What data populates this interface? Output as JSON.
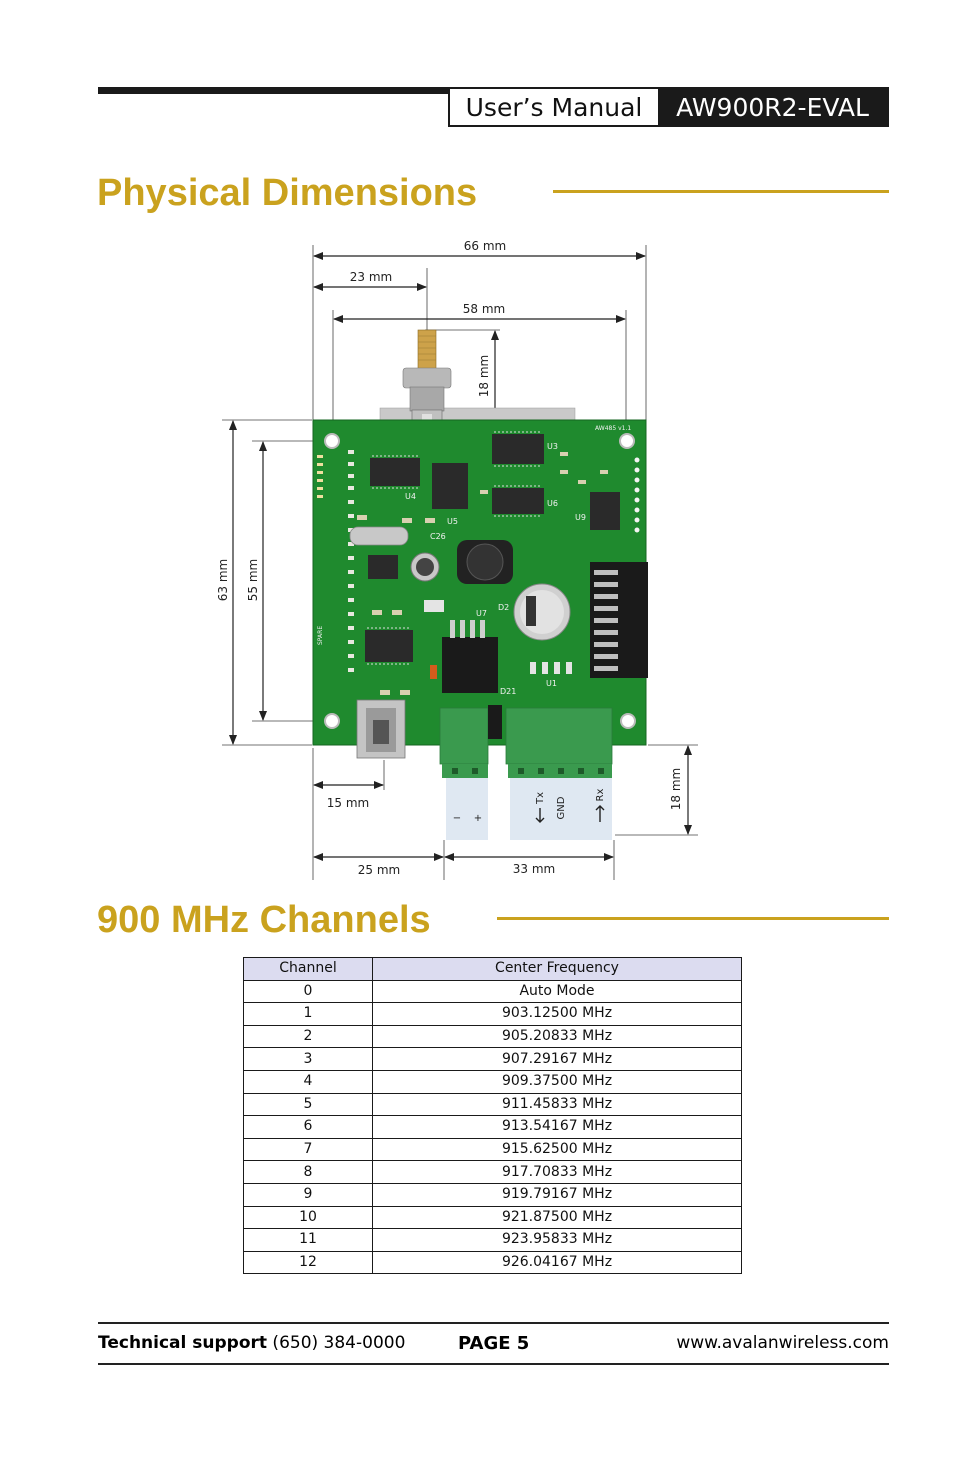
{
  "header": {
    "manual_label": "User’s Manual",
    "model_label": "AW900R2-EVAL"
  },
  "sections": {
    "dimensions_title": "Physical Dimensions",
    "channels_title": "900 MHz Channels"
  },
  "diagram": {
    "dims": {
      "overall_width": "66 mm",
      "antenna_offset": "23 mm",
      "hole_spacing_h": "58 mm",
      "antenna_height": "18 mm",
      "overall_height": "63 mm",
      "hole_spacing_v": "55 mm",
      "usb_offset": "15 mm",
      "terminal_height": "18 mm",
      "left_block": "25 mm",
      "right_block": "33 mm"
    },
    "terminal_labels": {
      "minus": "−",
      "plus": "+",
      "tx": "Tx",
      "gnd": "GND",
      "rx": "Rx"
    },
    "pcb_labels": {
      "u3": "U3",
      "u4": "U4",
      "u5": "U5",
      "u6": "U6",
      "u7": "U7",
      "u9": "U9",
      "u1": "U1",
      "d2": "D2",
      "d21": "D21",
      "c26": "C26",
      "version": "AW485 v1.1",
      "spare": "SPARE"
    },
    "colors": {
      "pcb": "#1f8a2e",
      "terminal": "#3a9a4e",
      "terminal_label_bg": "#dfe8f2"
    }
  },
  "table": {
    "headers": [
      "Channel",
      "Center Frequency"
    ],
    "rows": [
      [
        "0",
        "Auto Mode"
      ],
      [
        "1",
        "903.12500 MHz"
      ],
      [
        "2",
        "905.20833 MHz"
      ],
      [
        "3",
        "907.29167 MHz"
      ],
      [
        "4",
        "909.37500 MHz"
      ],
      [
        "5",
        "911.45833 MHz"
      ],
      [
        "6",
        "913.54167 MHz"
      ],
      [
        "7",
        "915.62500 MHz"
      ],
      [
        "8",
        "917.70833 MHz"
      ],
      [
        "9",
        "919.79167 MHz"
      ],
      [
        "10",
        "921.87500 MHz"
      ],
      [
        "11",
        "923.95833 MHz"
      ],
      [
        "12",
        "926.04167 MHz"
      ]
    ]
  },
  "footer": {
    "support_label": "Technical support",
    "support_phone": " (650) 384-0000",
    "page_label": "PAGE 5",
    "website": "www.avalanwireless.com"
  }
}
